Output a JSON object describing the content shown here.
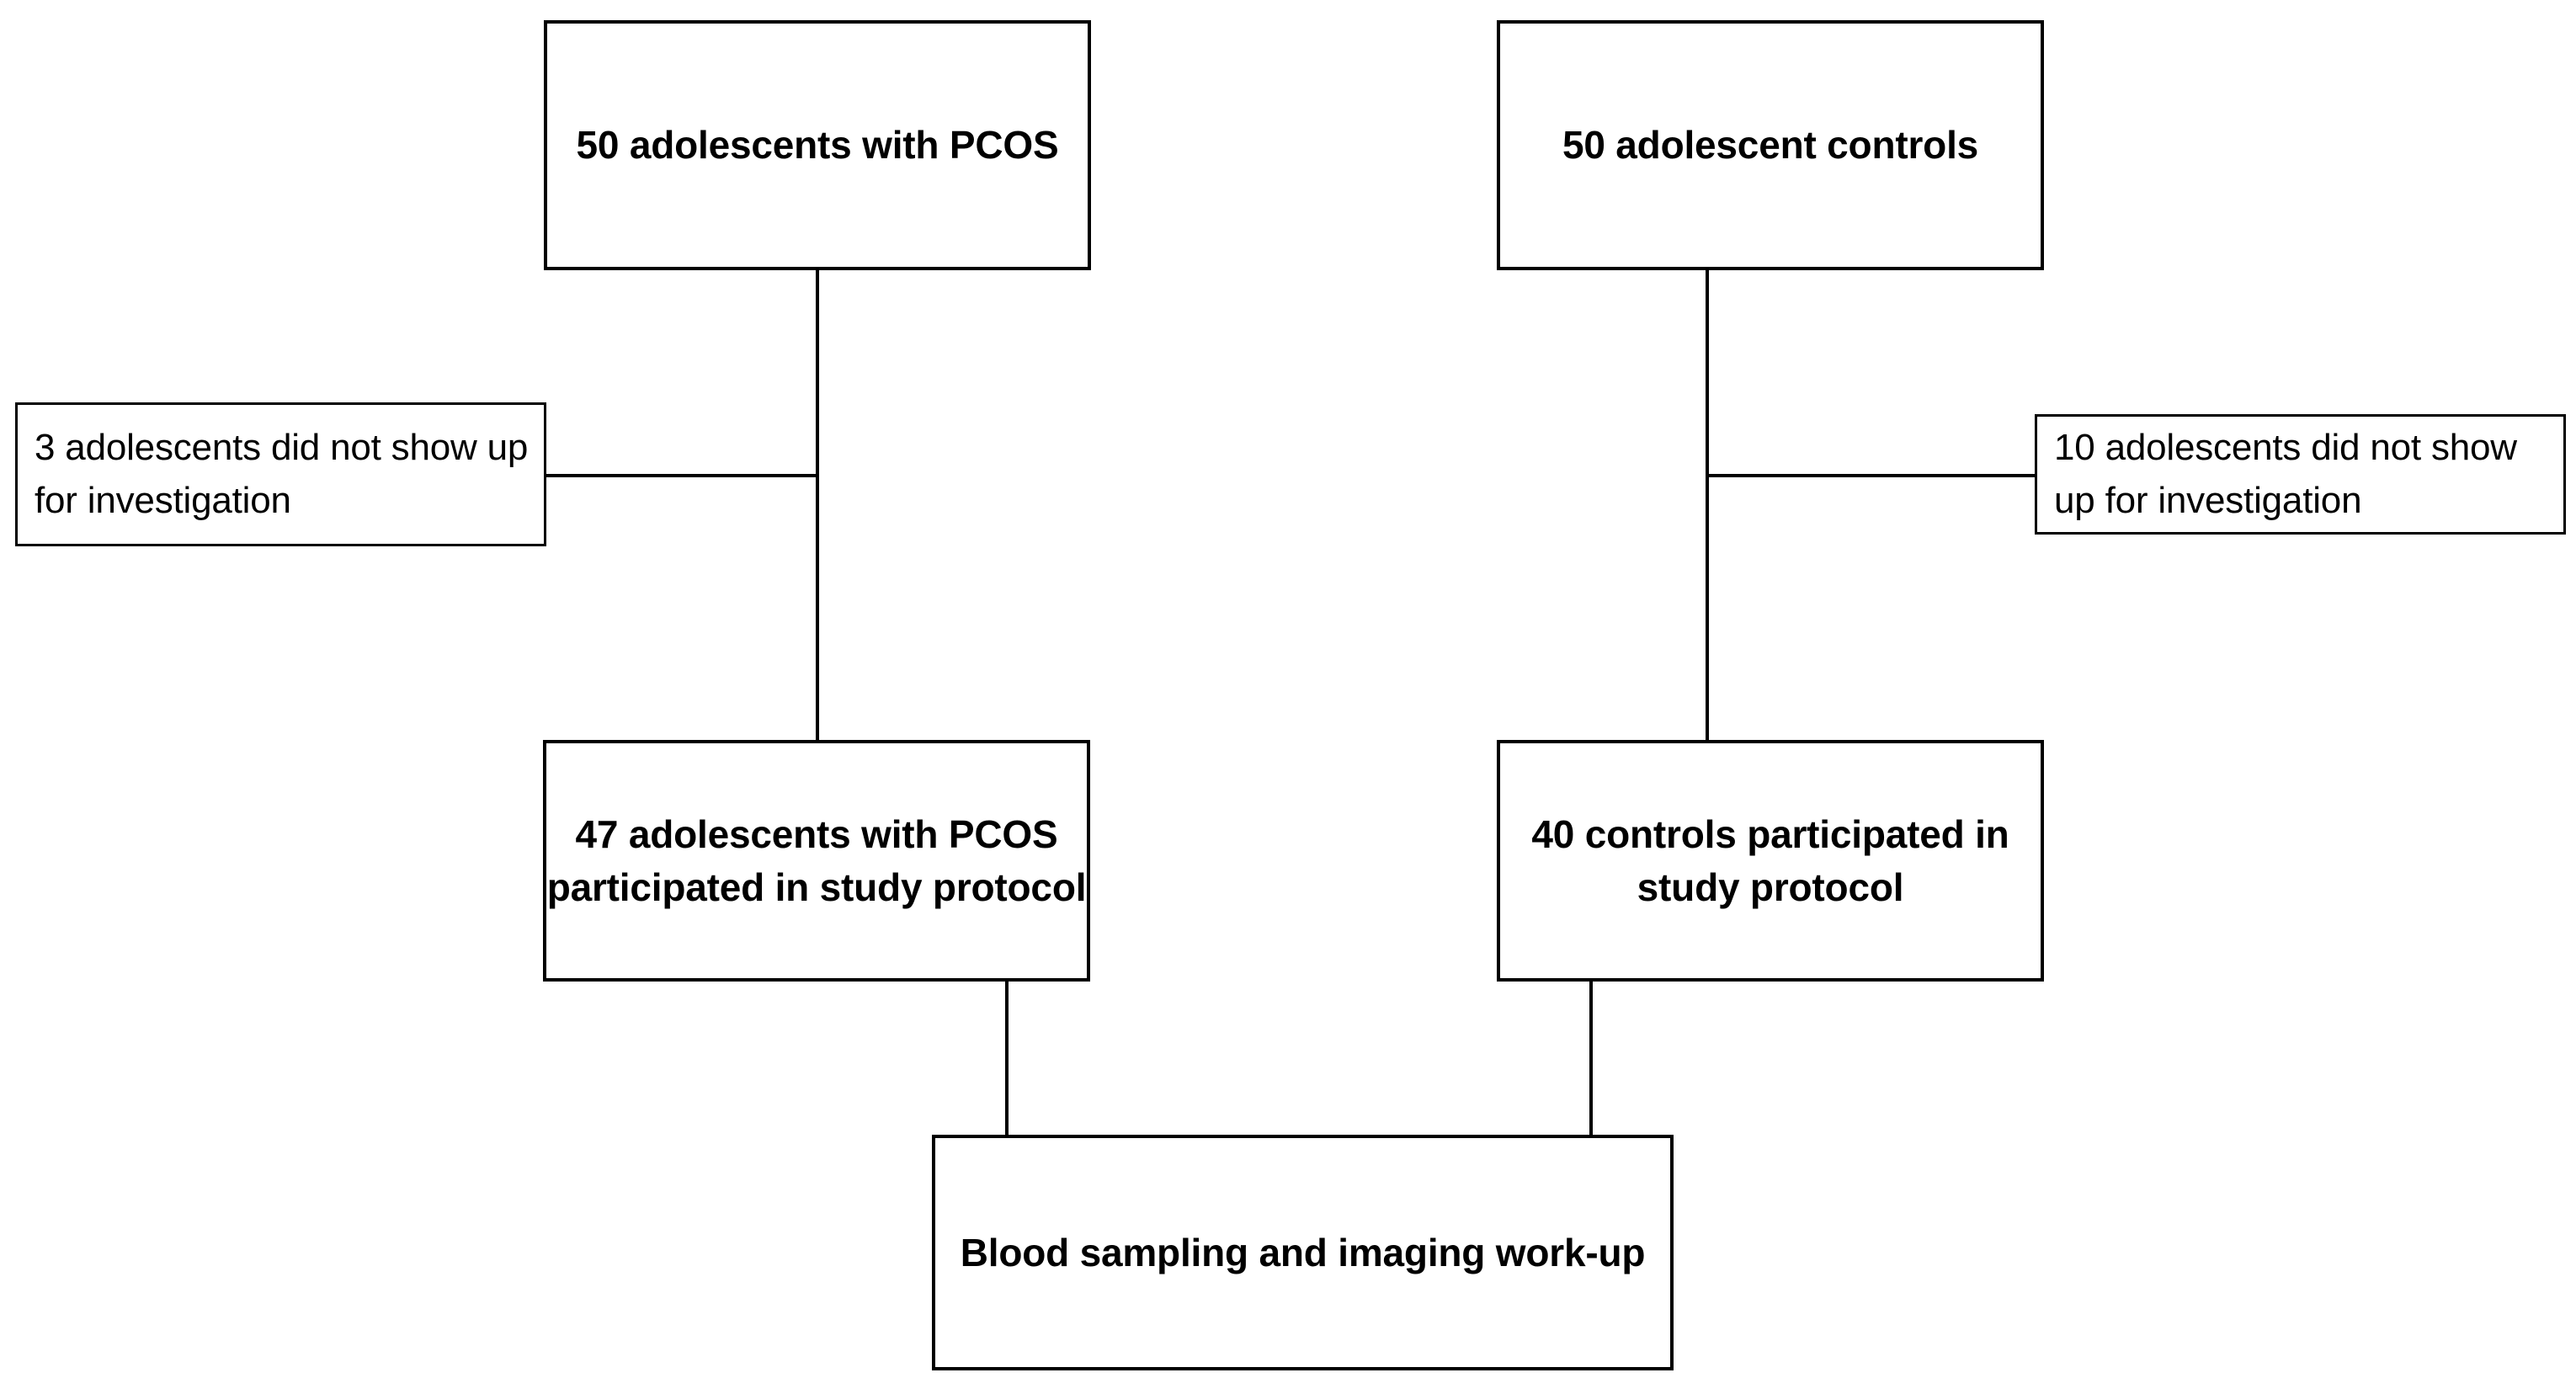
{
  "diagram": {
    "type": "study-flow-chart",
    "title": "",
    "colors": {
      "background": "#ffffff",
      "box_border": "#000000",
      "box_fill": "#ffffff",
      "connector": "#000000",
      "text": "#000000"
    },
    "nodes": [
      {
        "id": "pcos-enrolled",
        "label": "50 adolescents with PCOS",
        "count": 50,
        "group": "PCOS",
        "style": "primary",
        "emphasis": "bold"
      },
      {
        "id": "controls-enrolled",
        "label": "50 adolescent controls",
        "count": 50,
        "group": "Controls",
        "style": "primary",
        "emphasis": "bold"
      },
      {
        "id": "pcos-excluded",
        "label": "3 adolescents did not show up for investigation",
        "count": 3,
        "group": "PCOS",
        "style": "exclusion",
        "emphasis": "regular"
      },
      {
        "id": "controls-excluded",
        "label": "10 adolescents did not show up for investigation",
        "count": 10,
        "group": "Controls",
        "style": "exclusion",
        "emphasis": "regular"
      },
      {
        "id": "pcos-participated",
        "label": "47 adolescents with PCOS participated in study protocol",
        "count": 47,
        "group": "PCOS",
        "style": "primary",
        "emphasis": "bold"
      },
      {
        "id": "controls-participated",
        "label": "40 controls participated in study protocol",
        "count": 40,
        "group": "Controls",
        "style": "primary",
        "emphasis": "bold"
      },
      {
        "id": "workup",
        "label": "Blood sampling and imaging work-up",
        "group": "Both",
        "style": "primary",
        "emphasis": "bold"
      }
    ],
    "edges": [
      {
        "id": "pcos-stem",
        "from": "pcos-enrolled",
        "to": "pcos-participated",
        "orientation": "vertical"
      },
      {
        "id": "pcos-excl",
        "from": "pcos-stem",
        "to": "pcos-excluded",
        "orientation": "horizontal"
      },
      {
        "id": "controls-stem",
        "from": "controls-enrolled",
        "to": "controls-participated",
        "orientation": "vertical"
      },
      {
        "id": "controls-excl",
        "from": "controls-stem",
        "to": "controls-excluded",
        "orientation": "horizontal"
      },
      {
        "id": "pcos-to-workup",
        "from": "pcos-participated",
        "to": "workup",
        "orientation": "vertical"
      },
      {
        "id": "controls-to-workup",
        "from": "controls-participated",
        "to": "workup",
        "orientation": "vertical"
      }
    ]
  }
}
